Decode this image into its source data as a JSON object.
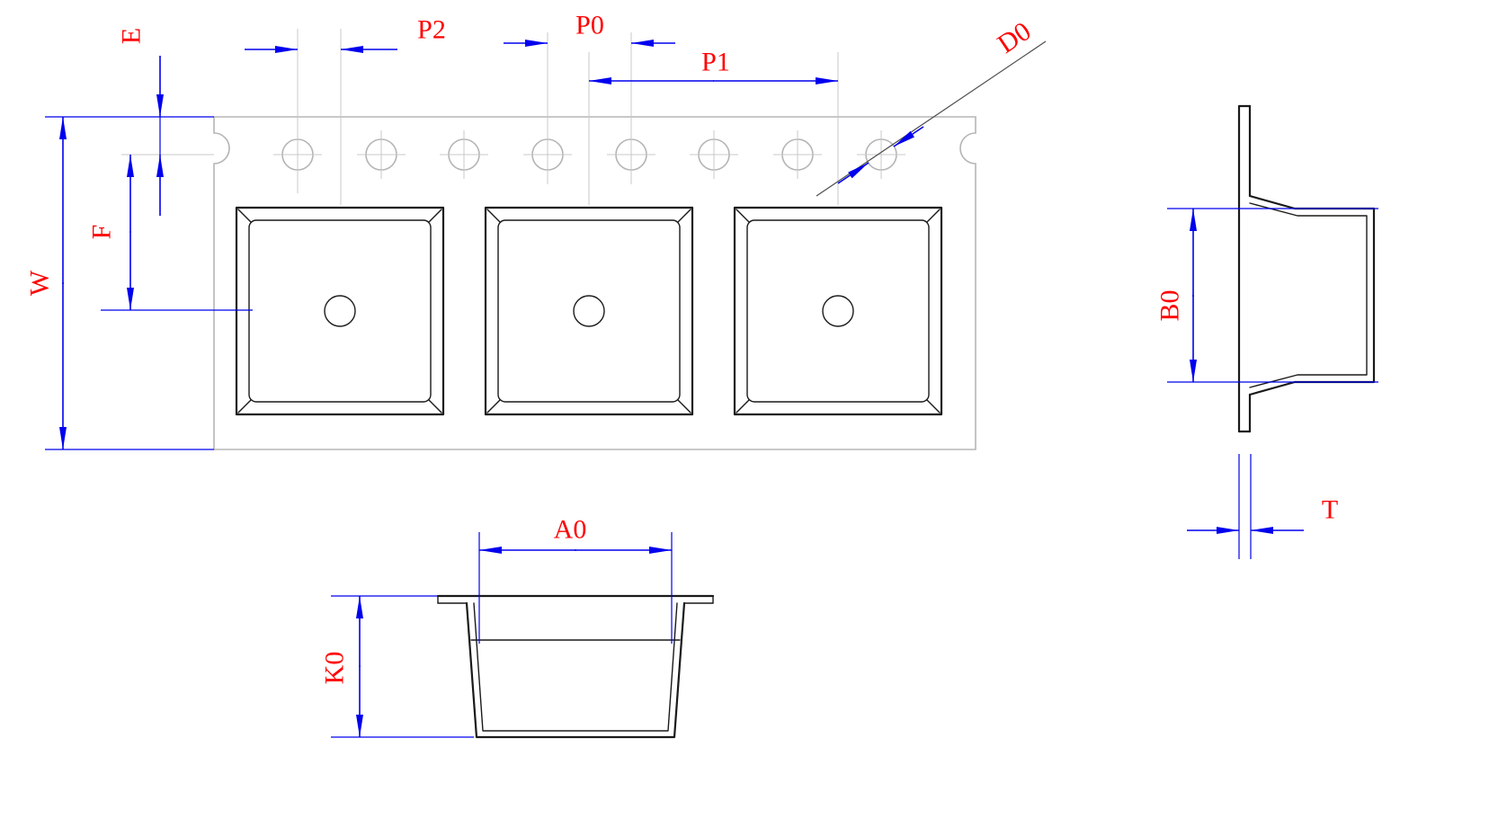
{
  "drawing": {
    "labels": {
      "w": "W",
      "e": "E",
      "f": "F",
      "p0": "P0",
      "p1": "P1",
      "p2": "P2",
      "d0": "D0",
      "a0": "A0",
      "b0": "B0",
      "k0": "K0",
      "t": "T"
    },
    "colors": {
      "label": "#ff0000",
      "dimension": "#0000ee",
      "geometry": "#1a1a1a",
      "tape_outline": "#b5b5b5",
      "centerline": "#c8c8c8",
      "leader": "#4d4d4d",
      "background": "#ffffff"
    },
    "counts": {
      "pockets_visible": 3,
      "sprocket_holes_visible": 8
    }
  }
}
